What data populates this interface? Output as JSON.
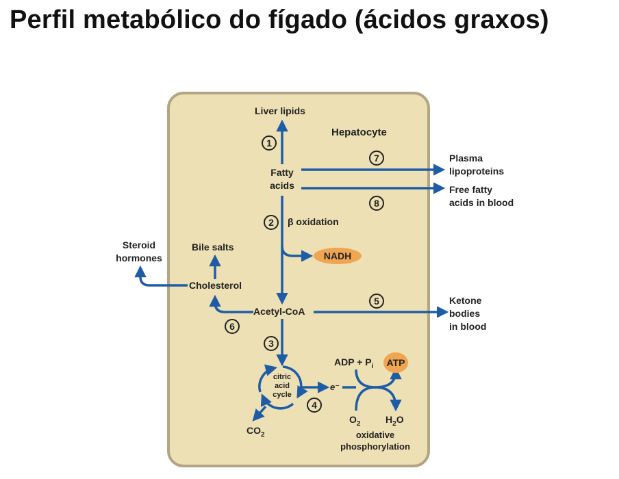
{
  "title": "Perfil metabólico do fígado (ácidos graxos)",
  "diagram": {
    "cell_label": "Hepatocyte",
    "liver_lipids": "Liver lipids",
    "fatty_acids": [
      "Fatty",
      "acids"
    ],
    "plasma_lipoproteins": [
      "Plasma",
      "lipoproteins"
    ],
    "free_fatty_acids": [
      "Free fatty",
      "acids in blood"
    ],
    "beta_oxidation": "β oxidation",
    "nadh": "NADH",
    "steroid_hormones": [
      "Steroid",
      "hormones"
    ],
    "bile_salts": "Bile salts",
    "cholesterol": "Cholesterol",
    "acetyl_coa": "Acetyl-CoA",
    "ketone_bodies": [
      "Ketone",
      "bodies",
      "in blood"
    ],
    "citric_acid_cycle": [
      "citric",
      "acid",
      "cycle"
    ],
    "electron": "e⁻",
    "adp_pi": "ADP + P",
    "pi_sub": "i",
    "atp": "ATP",
    "o2": "O",
    "o2_sub": "2",
    "h2o_h": "H",
    "h2o_sub": "2",
    "h2o_o": "O",
    "co2": "CO",
    "co2_sub": "2",
    "oxidative_phosphorylation": [
      "oxidative",
      "phosphorylation"
    ],
    "steps": [
      "1",
      "2",
      "3",
      "4",
      "5",
      "6",
      "7",
      "8"
    ],
    "colors": {
      "cell_fill": "#ede0b4",
      "cell_border": "#b3a584",
      "arrow": "#1f5ca6",
      "highlight": "#f0a552"
    }
  }
}
